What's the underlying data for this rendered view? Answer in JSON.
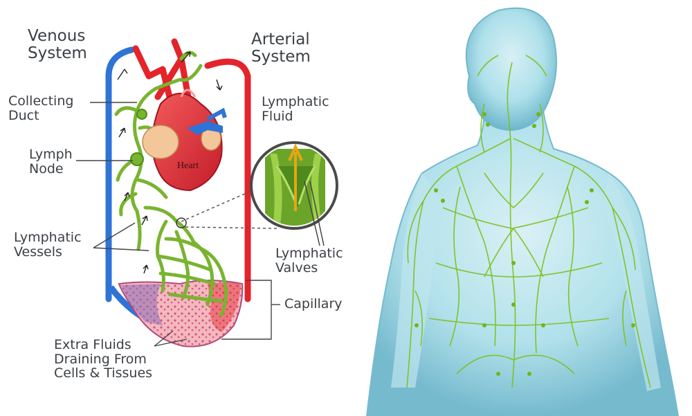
{
  "labels": {
    "venous_system": "Venous\nSystem",
    "arterial_system": "Arterial\nSystem",
    "collecting_duct": "Collecting\nDuct",
    "lymph_node": "Lymph\nNode",
    "lymphatic_vessels": "Lymphatic\nVessels",
    "lymphatic_fluid": "Lymphatic\nFluid",
    "lymphatic_valves": "Lymphatic\nValves",
    "capillary": "Capillary",
    "extra_fluids": "Extra Fluids\nDraining From\nCells & Tissues",
    "heart": "Heart"
  },
  "colors": {
    "vein": "#2f73d6",
    "artery": "#e4232b",
    "lymph": "#79b430",
    "lymph_dark": "#4e8a1c",
    "capillary_fill": "#f3b8c2",
    "body_glow": "#9fd6e4",
    "body_edge": "#6fb7cc",
    "text": "#3b3f45"
  }
}
